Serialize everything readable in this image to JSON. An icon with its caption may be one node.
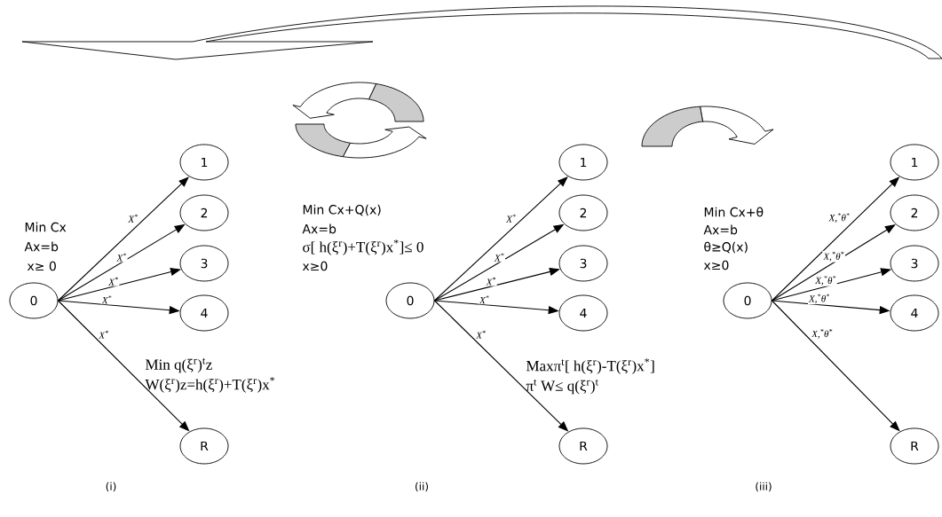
{
  "diagram": {
    "nodes": [
      {
        "text": [
          "0"
        ]
      },
      {
        "text": [
          "1"
        ]
      },
      {
        "text": [
          "2"
        ]
      },
      {
        "text": [
          "3"
        ]
      },
      {
        "text": [
          "4"
        ]
      },
      {
        "text": [
          "R"
        ]
      },
      {
        "text": [
          "0"
        ]
      },
      {
        "text": [
          "1"
        ]
      },
      {
        "text": [
          "2"
        ]
      },
      {
        "text": [
          "3"
        ]
      },
      {
        "text": [
          "4"
        ]
      },
      {
        "text": [
          "R"
        ]
      },
      {
        "text": [
          "0"
        ]
      },
      {
        "text": [
          "1"
        ]
      },
      {
        "text": [
          "2"
        ]
      },
      {
        "text": [
          "3"
        ]
      },
      {
        "text": [
          "4"
        ]
      },
      {
        "text": [
          "R"
        ]
      }
    ],
    "edges": [
      {
        "from": 0,
        "to": 1,
        "arrow": "to",
        "label": "X$^{*}$"
      },
      {
        "from": 0,
        "to": 2,
        "arrow": "to",
        "label": "X$^{*}$"
      },
      {
        "from": 0,
        "to": 3,
        "arrow": "to",
        "label": "X$^{*}$"
      },
      {
        "from": 0,
        "to": 4,
        "arrow": "to",
        "label": "X$^{*}$"
      },
      {
        "from": 0,
        "to": 5,
        "arrow": "to",
        "label": "X$^{*}$"
      },
      {
        "from": 6,
        "to": 7,
        "arrow": "to",
        "label": "X$^{*}$"
      },
      {
        "from": 6,
        "to": 8,
        "arrow": "to",
        "label": "X$^{*}$"
      },
      {
        "from": 6,
        "to": 9,
        "arrow": "to",
        "label": "X$^{*}$"
      },
      {
        "from": 6,
        "to": 10,
        "arrow": "to",
        "label": "X$^{*}$"
      },
      {
        "from": 6,
        "to": 11,
        "arrow": "to",
        "label": "X$^{*}$"
      },
      {
        "from": 12,
        "to": 13,
        "arrow": "to",
        "label": "X,$^{*}$θ$^{*}$"
      },
      {
        "from": 12,
        "to": 14,
        "arrow": "to",
        "label": "X,$^{*}$θ$^{*}$"
      },
      {
        "from": 12,
        "to": 15,
        "arrow": "to",
        "label": "X,$^{*}$θ$^{*}$"
      },
      {
        "from": 12,
        "to": 16,
        "arrow": "to",
        "label": "X,$^{*}$θ$^{*}$"
      },
      {
        "from": 12,
        "to": 17,
        "arrow": "to",
        "label": "X,$^{*}$θ$^{*}$"
      }
    ],
    "labels": [
      "Min Cx",
      "Ax=b",
      "x≥ 0",
      "Min q(ξ$^{r}$)$^{t}$z",
      "W(ξ$^{r}$)z=h(ξ$^{r}$)+T(ξ$^{r}$)x$^{*}$",
      "Min Cx+Q(x)",
      "Ax=b",
      "σ[ h(ξ$^{r}$)+T(ξ$^{r}$)x$^{*}$]≤ 0",
      "x≥0",
      "Maxπ$^{t}$[ h(ξ$^{r}$)-T(ξ$^{r}$)x$^{*}$]",
      "π$^{t}$ W≤ q(ξ$^{r}$)$^{t}$",
      "Min Cx+θ",
      "Ax=b",
      "θ≥Q(x)",
      "x≥0",
      "(i)",
      "(ii)",
      "(iii)"
    ]
  }
}
